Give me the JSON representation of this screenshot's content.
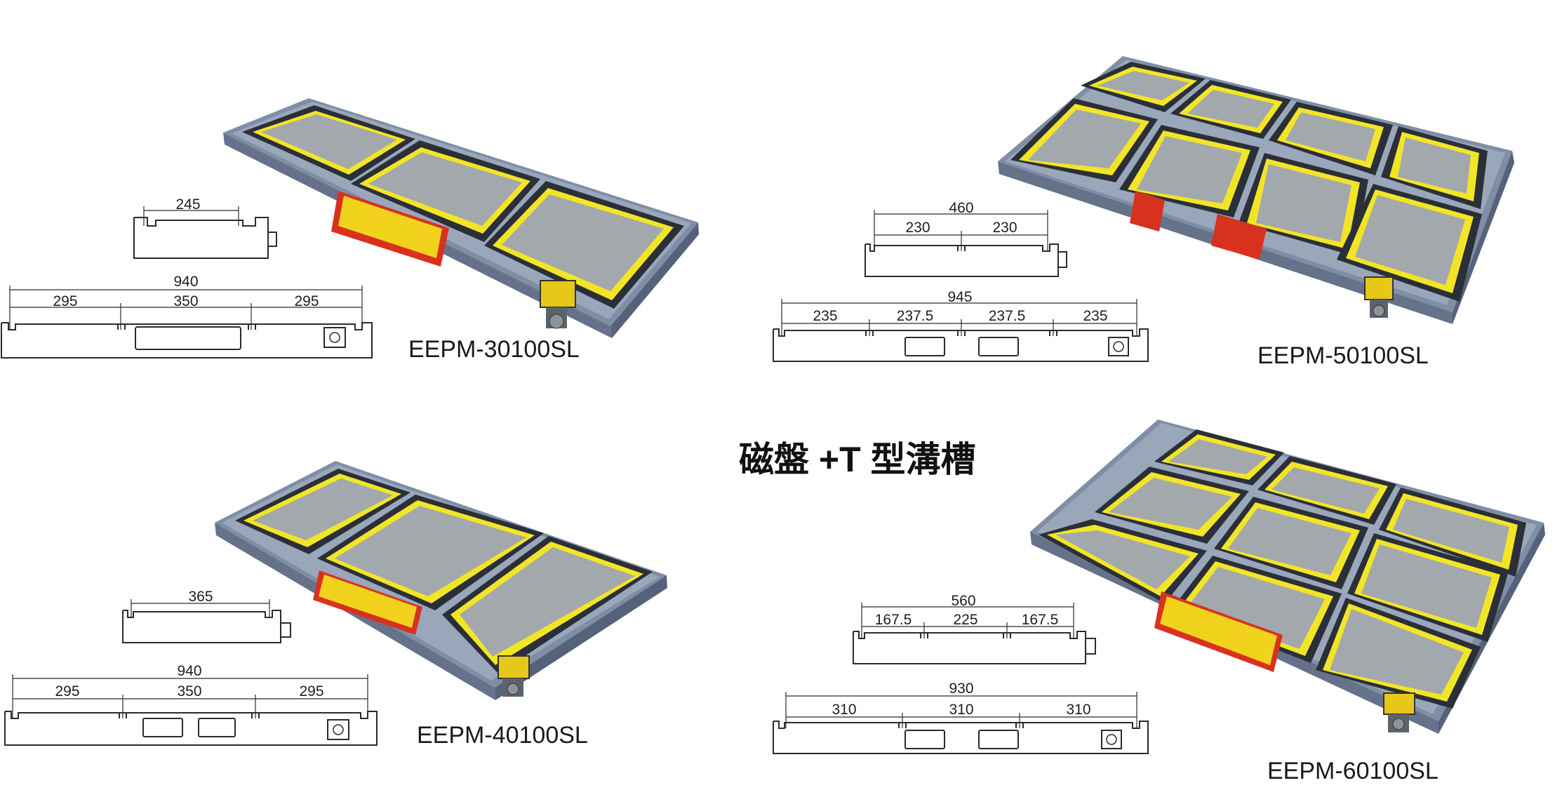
{
  "center_title": "磁盤 +T 型溝槽",
  "colors": {
    "plate_body": "#8c9bb2",
    "plate_dark": "#5e6b80",
    "pole_yellow": "#f2e526",
    "pole_face": "#a3a8ad",
    "label_red": "#d8321f",
    "line": "#2b2b2b"
  },
  "products": [
    {
      "model": "EEPM-30100SL",
      "upper_dims": [
        "245"
      ],
      "lower_total": "940",
      "lower_dims": [
        "295",
        "350",
        "295"
      ],
      "pole_layout": [
        [
          4,
          4
        ],
        [
          4,
          4
        ],
        [
          3,
          4
        ]
      ]
    },
    {
      "model": "EEPM-50100SL",
      "upper_total": "460",
      "upper_dims": [
        "230",
        "230"
      ],
      "lower_total": "945",
      "lower_dims": [
        "235",
        "237.5",
        "237.5",
        "235"
      ],
      "pole_layout": [
        [
          3,
          3
        ],
        [
          3,
          3
        ],
        [
          3,
          3
        ],
        [
          3,
          3
        ],
        [
          3,
          3
        ],
        [
          3,
          3
        ],
        [
          3,
          3
        ],
        [
          3,
          3
        ]
      ]
    },
    {
      "model": "EEPM-40100SL",
      "upper_dims": [
        "365"
      ],
      "lower_total": "940",
      "lower_dims": [
        "295",
        "350",
        "295"
      ],
      "pole_layout": [
        [
          5,
          4
        ],
        [
          5,
          4
        ],
        [
          4,
          4
        ]
      ]
    },
    {
      "model": "EEPM-60100SL",
      "upper_total": "560",
      "upper_dims": [
        "167.5",
        "225",
        "167.5"
      ],
      "lower_total": "930",
      "lower_dims": [
        "310",
        "310",
        "310"
      ],
      "pole_layout": [
        [
          4,
          2
        ],
        [
          4,
          2
        ],
        [
          4,
          2
        ],
        [
          4,
          3
        ],
        [
          4,
          3
        ],
        [
          4,
          3
        ],
        [
          3,
          3
        ],
        [
          3,
          3
        ],
        [
          3,
          3
        ]
      ]
    }
  ]
}
